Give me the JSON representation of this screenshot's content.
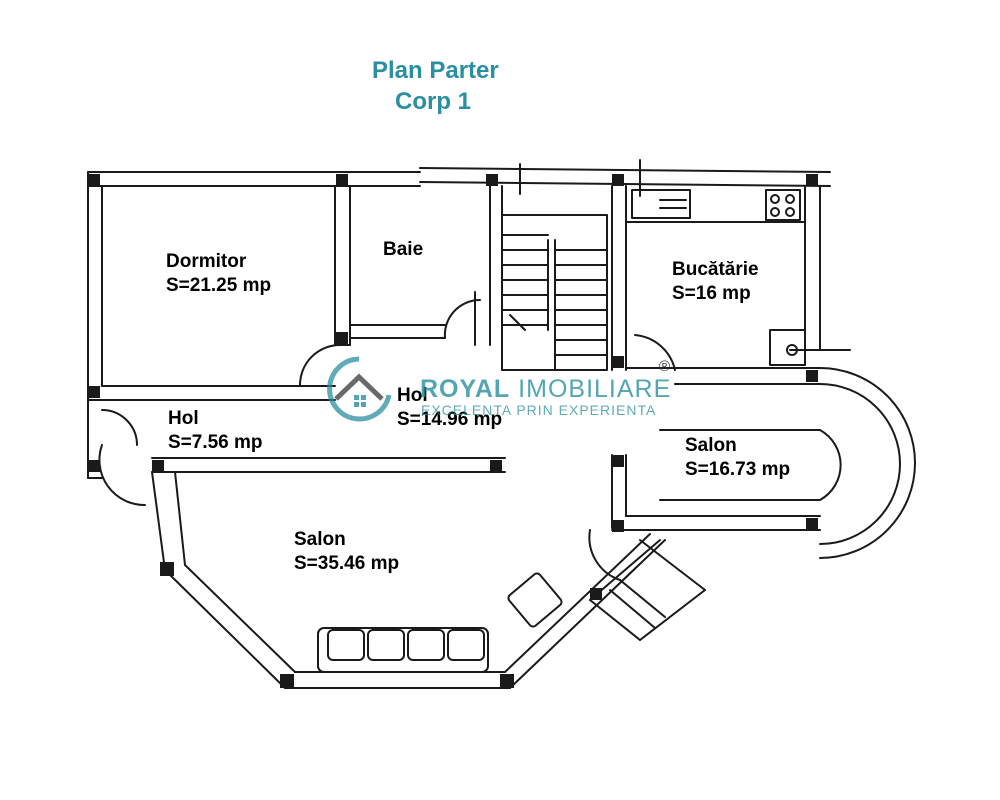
{
  "title": {
    "line1": "Plan Parter",
    "line2": "Corp 1"
  },
  "rooms": [
    {
      "name": "Dormitor",
      "area": "S=21.25 mp"
    },
    {
      "name": "Baie",
      "area": ""
    },
    {
      "name": "Bucătărie",
      "area": "S=16 mp"
    },
    {
      "name": "Hol",
      "area": "S=14.96 mp"
    },
    {
      "name": "Hol",
      "area": "S=7.56 mp"
    },
    {
      "name": "Salon",
      "area": "S=16.73 mp"
    },
    {
      "name": "Salon",
      "area": "S=35.46 mp"
    }
  ],
  "watermark": {
    "brand_strong": "ROYAL",
    "brand_light": "IMOBILIARE",
    "slogan": "EXCELENTA PRIN EXPERIENTA",
    "registered": "®",
    "color": "#2a8fa0"
  },
  "colors": {
    "title": "#2a8fa0",
    "walls": "#1a1a1a"
  }
}
